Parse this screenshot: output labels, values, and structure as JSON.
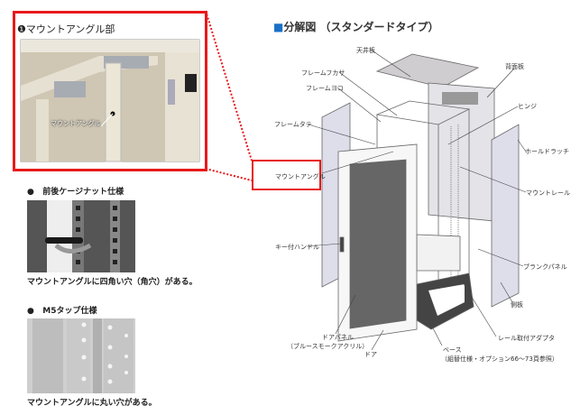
{
  "detail": {
    "number": "❶",
    "title": "マウントアングル部",
    "photo_label": "マウントアングル"
  },
  "cage_nut": {
    "bullet": "●",
    "title": "前後ケージナット仕様",
    "caption": "マウントアングルに四角い穴（角穴）がある。"
  },
  "m5_tap": {
    "bullet": "●",
    "title": "M5タップ仕様",
    "caption": "マウントアングルに丸い穴がある。"
  },
  "diagram": {
    "title_mark": "■",
    "title": "分解図 （スタンダードタイプ）",
    "labels": {
      "ceiling": "天井板",
      "back_panel": "背面板",
      "frame_depth": "フレームフカサ",
      "frame_horizontal": "フレームヨコ",
      "hinge": "ヒンジ",
      "frame_vertical": "フレームタテ",
      "hold_latch": "ホールドラッチ",
      "mount_angle": "マウントアングル",
      "mount_rail": "マウントレール",
      "key_handle": "キー付ハンドル",
      "blank_panel": "ブランクパネル",
      "side_panel": "側板",
      "rail_adapter": "レール取付アダプタ",
      "door_panel": "ドアパネル",
      "door_panel_note": "（ブルースモークアクリル）",
      "door": "ドア",
      "base": "ベース",
      "base_note": "（組替仕様・オプション66〜73頁参照）"
    }
  },
  "colors": {
    "accent_red": "#e8191a",
    "title_blue": "#1a6fc9"
  }
}
